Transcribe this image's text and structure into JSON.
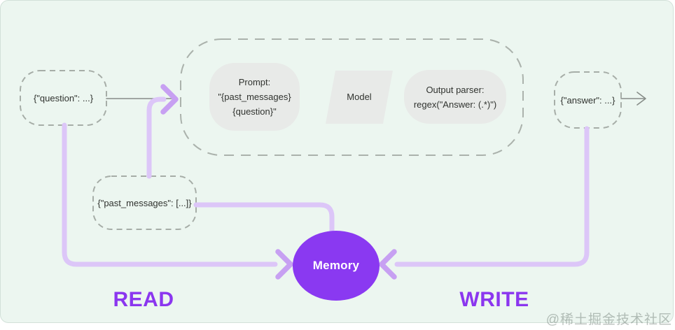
{
  "diagram": {
    "input_node": {
      "label": "{\"question\": ...}"
    },
    "chain": {
      "prompt": {
        "line1": "Prompt:",
        "line2": "\"{past_messages}",
        "line3": "{question}\""
      },
      "model": {
        "label": "Model"
      },
      "output_parser": {
        "line1": "Output parser:",
        "line2": "regex(\"Answer: (.*)\")"
      }
    },
    "output_node": {
      "label": "{\"answer\": ...}"
    },
    "past_messages_node": {
      "label": "{\"past_messages\": [...]}"
    },
    "memory_node": {
      "label": "Memory"
    },
    "read_label": "READ",
    "write_label": "WRITE"
  },
  "watermark": "@稀土掘金技术社区",
  "colors": {
    "background": "#ecf6f0",
    "node_fill": "#e8eae8",
    "dashed_border": "#a6ada7",
    "memory_purple": "#8a39f1",
    "flow_line_purple": "#dcc6f8",
    "arrowhead_purple": "#c7a0f2",
    "read_write_text": "#8b36ef",
    "gray_connector": "#868c87"
  }
}
